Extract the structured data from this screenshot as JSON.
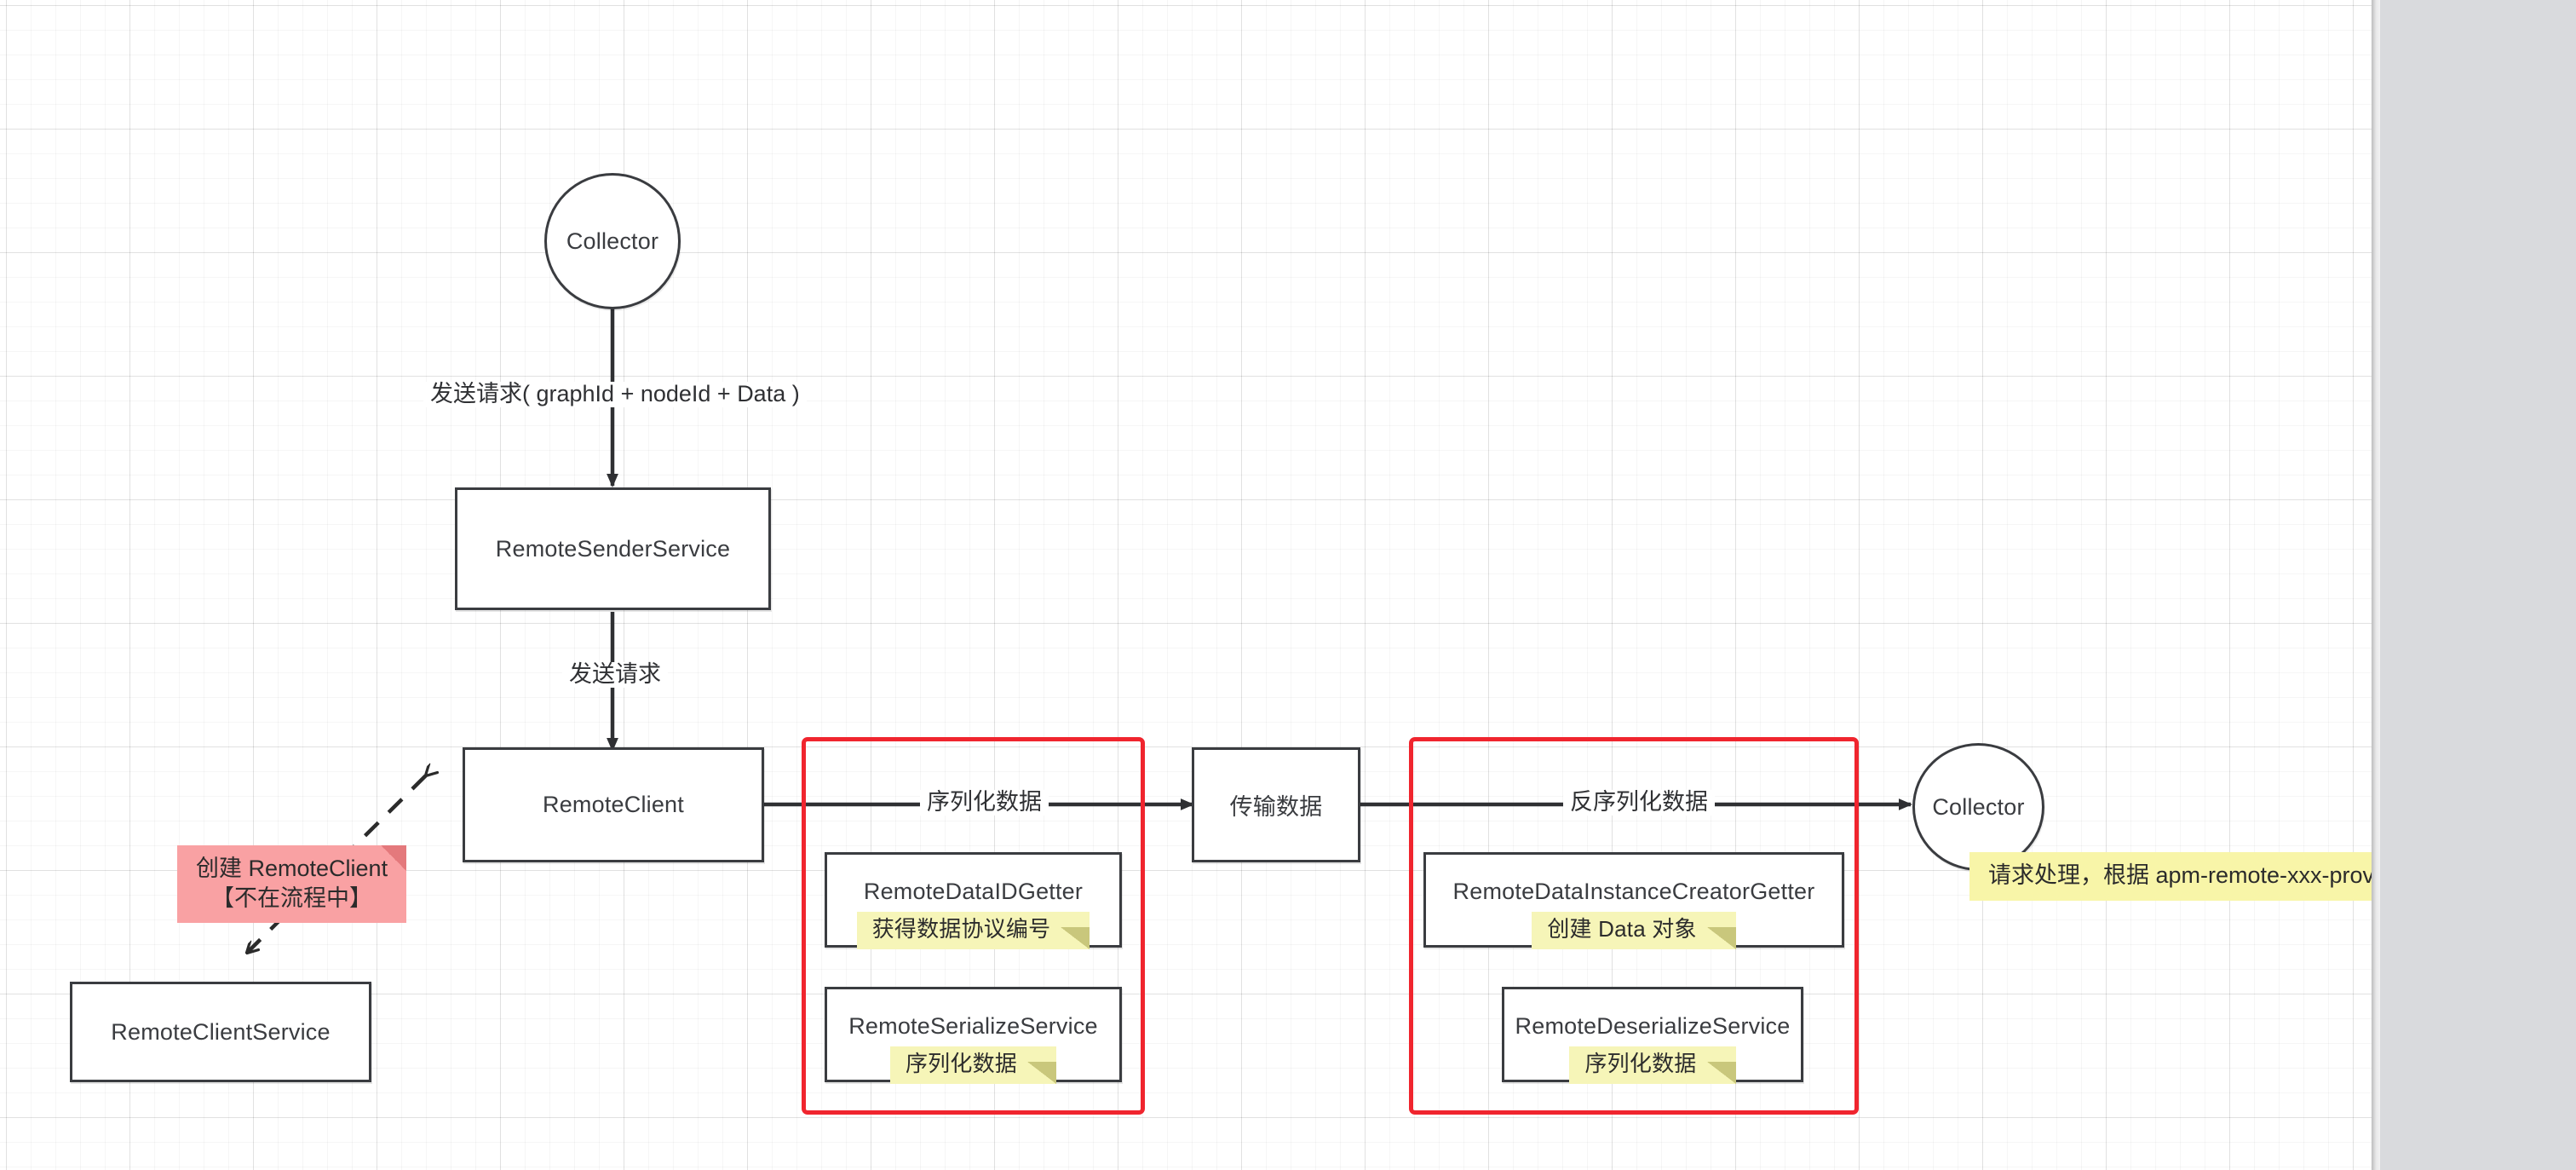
{
  "diagram": {
    "nodes": {
      "collector_left": {
        "label": "Collector"
      },
      "remote_sender_service": {
        "label": "RemoteSenderService"
      },
      "remote_client": {
        "label": "RemoteClient"
      },
      "remote_client_service": {
        "label": "RemoteClientService"
      },
      "transfer_data": {
        "label": "传输数据"
      },
      "collector_right": {
        "label": "Collector"
      },
      "remote_data_id_getter": {
        "title": "RemoteDataIDGetter",
        "note": "获得数据协议编号"
      },
      "remote_serialize_service": {
        "title": "RemoteSerializeService",
        "note": "序列化数据"
      },
      "remote_data_instance_creator_getter": {
        "title": "RemoteDataInstanceCreatorGetter",
        "note": "创建 Data 对象"
      },
      "remote_deserialize_service": {
        "title": "RemoteDeserializeService",
        "note": "序列化数据"
      }
    },
    "edges": {
      "send_request_with_params": "发送请求( graphId + nodeId + Data )",
      "send_request": "发送请求",
      "serialize_data": "序列化数据",
      "deserialize_data": "反序列化数据"
    },
    "callouts": {
      "create_remote_client_line1": "创建 RemoteClient",
      "create_remote_client_line2": "【不在流程中】",
      "request_handling": "请求处理，根据 apm-remote-xxx-provider 实现"
    },
    "colors": {
      "group_border": "#f0252e",
      "node_border": "#3a3c40",
      "note_yellow": "#f6f5b8",
      "callout_pink": "#f9a1a3",
      "callout_yellow": "#f8f5a8",
      "edge": "#2f3033"
    }
  }
}
